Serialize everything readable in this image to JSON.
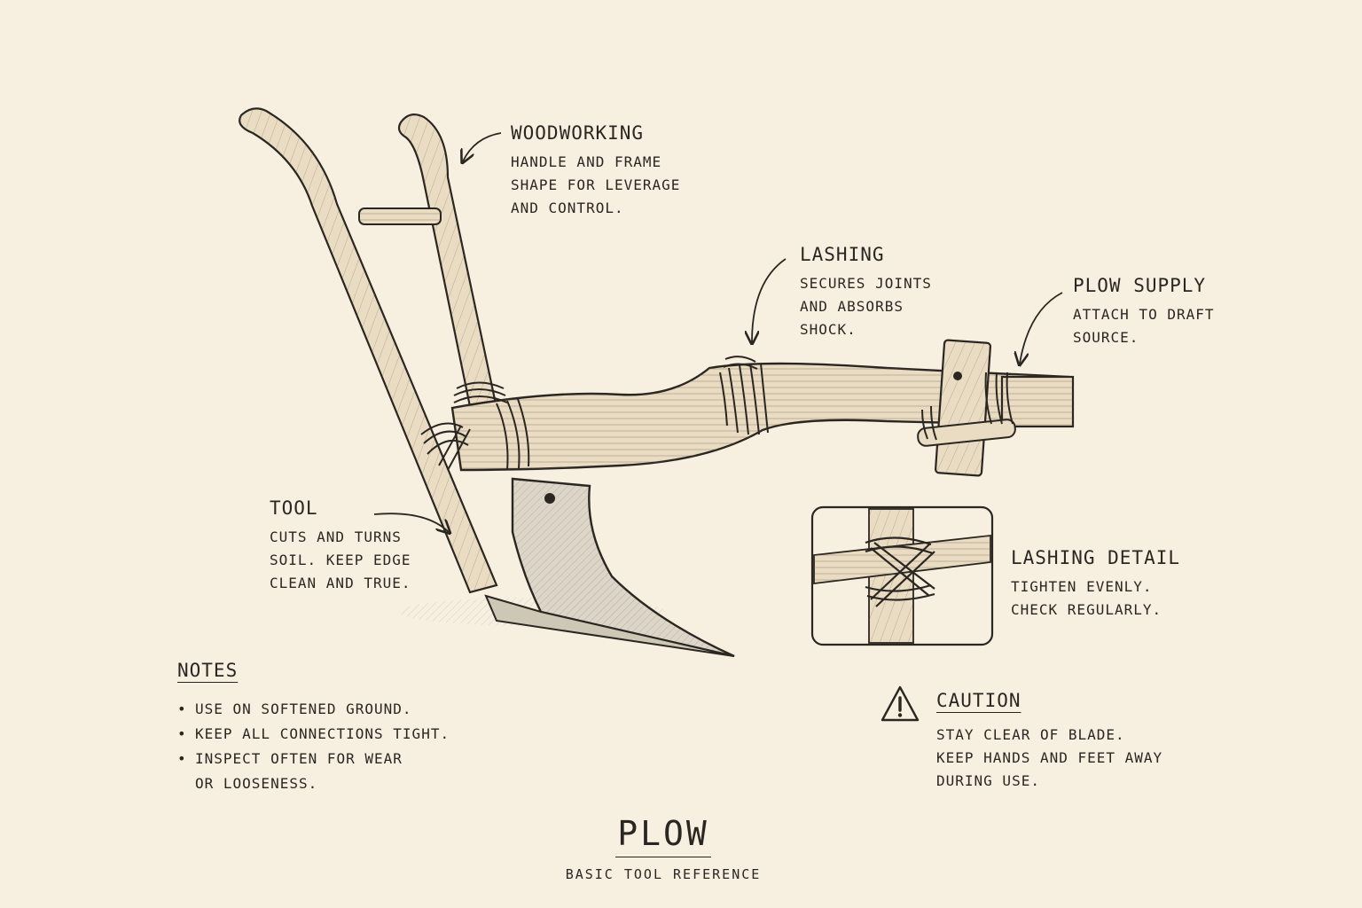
{
  "labels": {
    "woodworking": {
      "title": "WOODWORKING",
      "lines": [
        "HANDLE AND FRAME",
        "SHAPE FOR LEVERAGE",
        "AND CONTROL."
      ]
    },
    "lashing": {
      "title": "LASHING",
      "lines": [
        "SECURES JOINTS",
        "AND ABSORBS",
        "SHOCK."
      ]
    },
    "plow_supply": {
      "title": "PLOW SUPPLY",
      "lines": [
        "ATTACH TO DRAFT",
        "SOURCE."
      ]
    },
    "tool": {
      "title": "TOOL",
      "lines": [
        "CUTS AND TURNS",
        "SOIL. KEEP EDGE",
        "CLEAN AND TRUE."
      ]
    },
    "lashing_detail": {
      "title": "LASHING DETAIL",
      "lines": [
        "TIGHTEN EVENLY.",
        "CHECK REGULARLY."
      ]
    }
  },
  "notes": {
    "title": "NOTES",
    "items": [
      "USE ON SOFTENED GROUND.",
      "KEEP ALL CONNECTIONS TIGHT.",
      "INSPECT OFTEN FOR WEAR",
      "OR LOOSENESS."
    ]
  },
  "caution": {
    "title": "CAUTION",
    "lines": [
      "STAY CLEAR OF BLADE.",
      "KEEP HANDS AND FEET AWAY",
      "DURING USE."
    ],
    "icon": "warning-triangle-icon"
  },
  "footer": {
    "title": "PLOW",
    "subtitle": "BASIC TOOL REFERENCE"
  },
  "colors": {
    "paper": "#f7f0e0",
    "ink": "#2a2622",
    "wood": "#e9dcc2",
    "metal": "#ddd6c8"
  }
}
